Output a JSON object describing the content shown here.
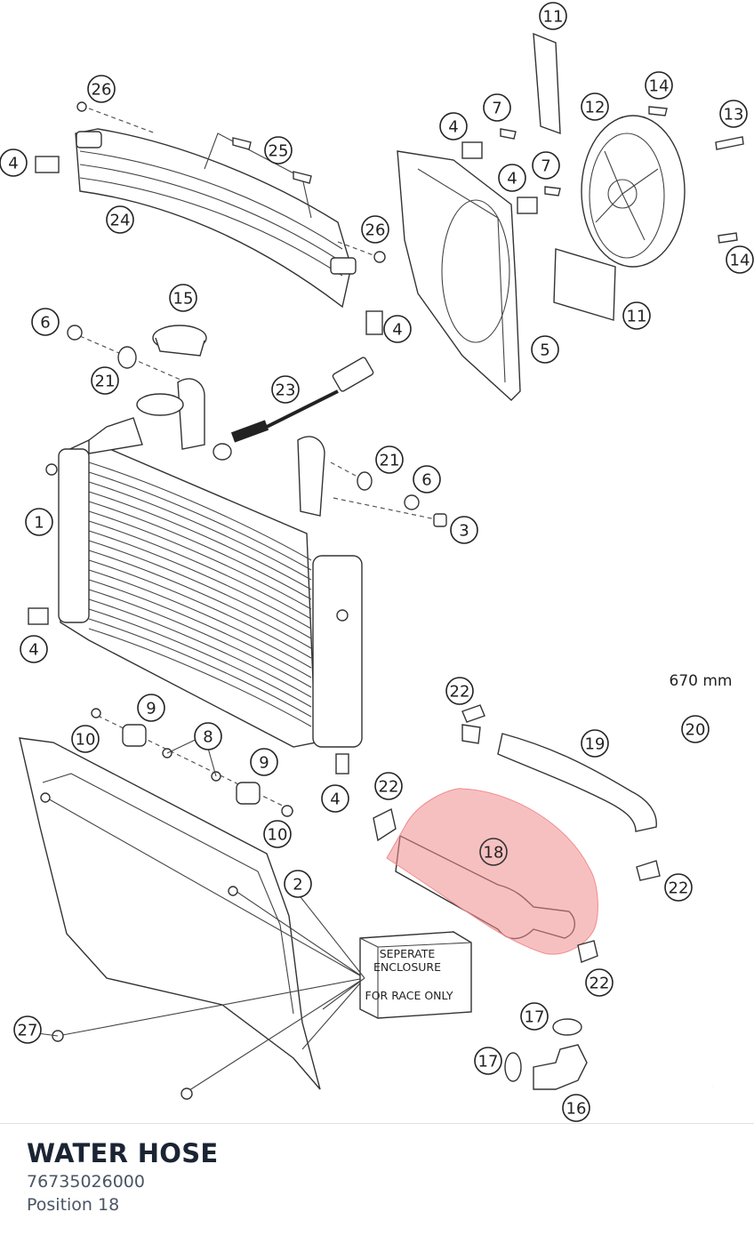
{
  "part": {
    "name": "WATER HOSE",
    "number": "76735026000",
    "position_label": "Position 18"
  },
  "diagram": {
    "highlight_color": "#f08c8c",
    "length_label": "670 mm",
    "enclosure_label": [
      "SEPERATE",
      "ENCLOSURE",
      "FOR RACE ONLY"
    ],
    "callouts": [
      "11",
      "26",
      "14",
      "13",
      "7",
      "12",
      "4",
      "25",
      "4",
      "7",
      "4",
      "24",
      "26",
      "14",
      "4",
      "11",
      "15",
      "5",
      "6",
      "21",
      "23",
      "21",
      "6",
      "1",
      "3",
      "4",
      "22",
      "20",
      "9",
      "19",
      "8",
      "10",
      "9",
      "22",
      "4",
      "18",
      "10",
      "22",
      "2",
      "22",
      "27",
      "17",
      "17",
      "16"
    ]
  }
}
